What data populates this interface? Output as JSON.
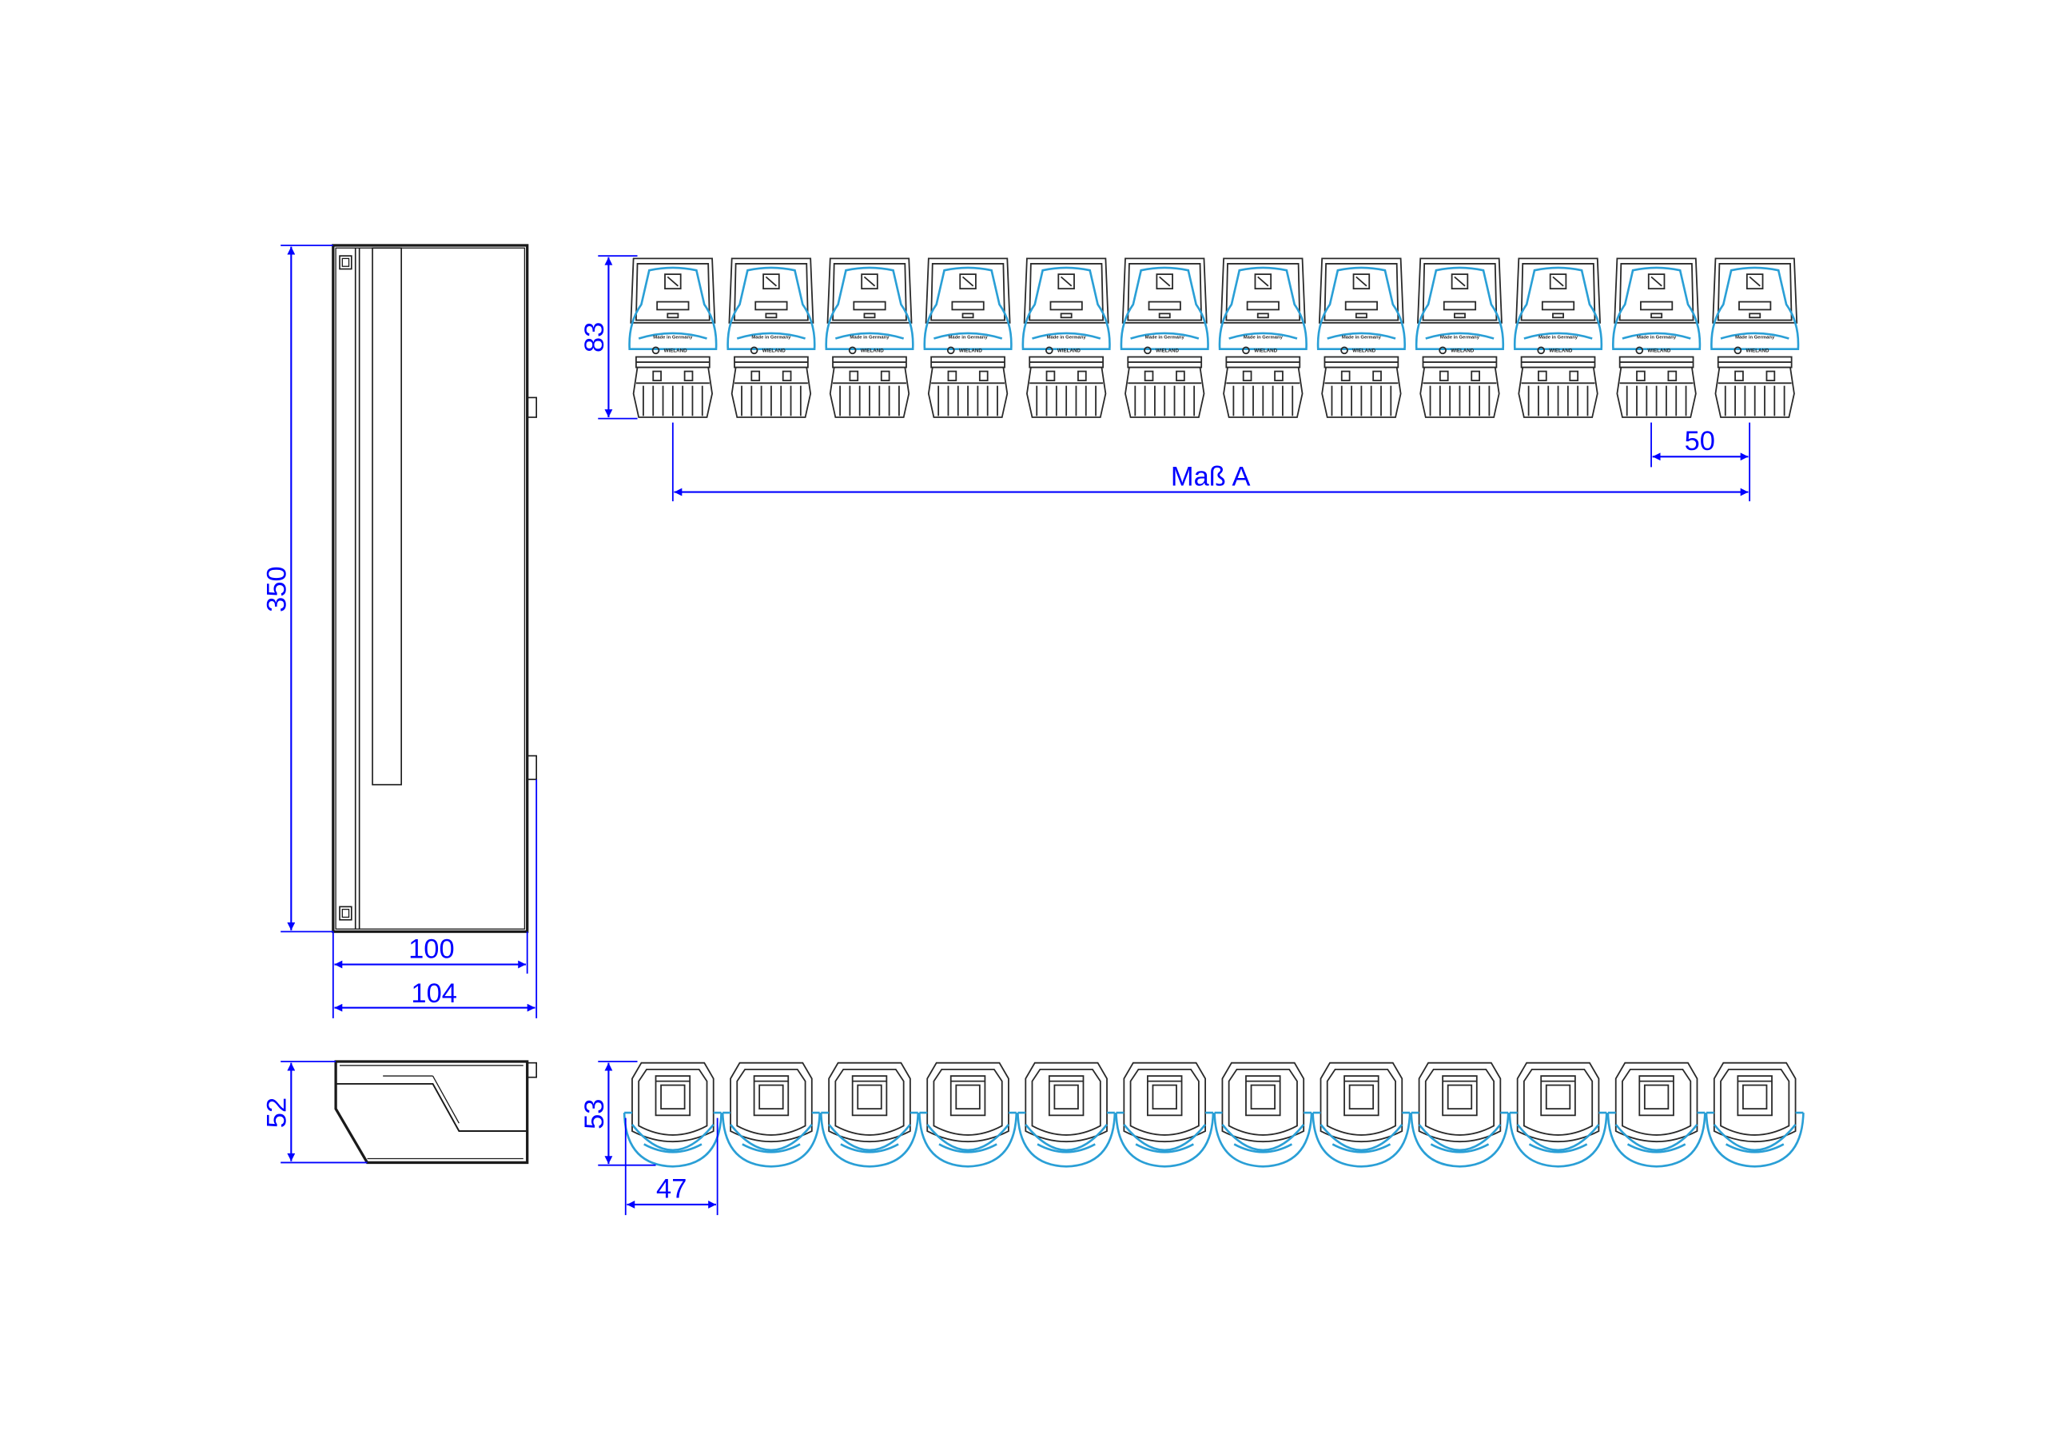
{
  "dimensions": {
    "front_height": "350",
    "front_width_inner": "100",
    "front_width_outer": "104",
    "side_height": "52",
    "connector_height": "83",
    "connector_pitch": "50",
    "overall_width_label": "Maß A",
    "bottom_connector_height": "53",
    "bottom_connector_width": "47"
  },
  "connector_label": {
    "made_in": "Made in Germany",
    "brand": "WIELAND"
  },
  "connector_count": 12,
  "colors": {
    "dimension": "#0000ff",
    "accent": "#2a9fd6",
    "outline": "#1a1a1a"
  }
}
